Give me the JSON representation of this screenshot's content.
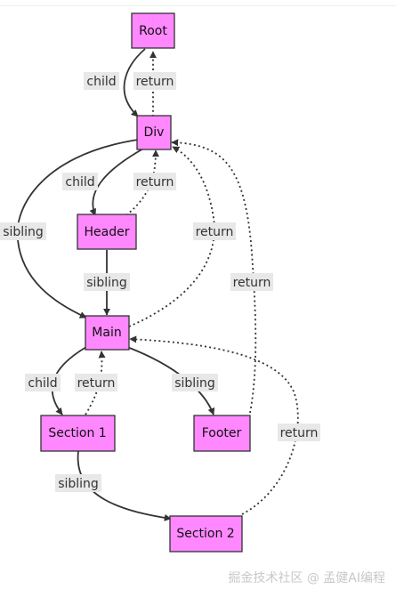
{
  "nodes": {
    "root": "Root",
    "div": "Div",
    "header": "Header",
    "main": "Main",
    "section1": "Section 1",
    "footer": "Footer",
    "section2": "Section 2"
  },
  "edge_labels": {
    "root_child": "child",
    "root_return": "return",
    "div_child": "child",
    "div_return": "return",
    "div_sibling": "sibling",
    "header_sibling": "sibling",
    "main_return_div": "return",
    "footer_return": "return",
    "main_child": "child",
    "main_return_s1": "return",
    "main_sibling": "sibling",
    "s1_sibling": "sibling",
    "s2_return": "return"
  },
  "colors": {
    "node_fill": "#ff88ff",
    "stroke": "#333333",
    "label_bg": "#e8e8e8"
  },
  "watermark": "掘金技术社区 @ 孟健AI编程"
}
